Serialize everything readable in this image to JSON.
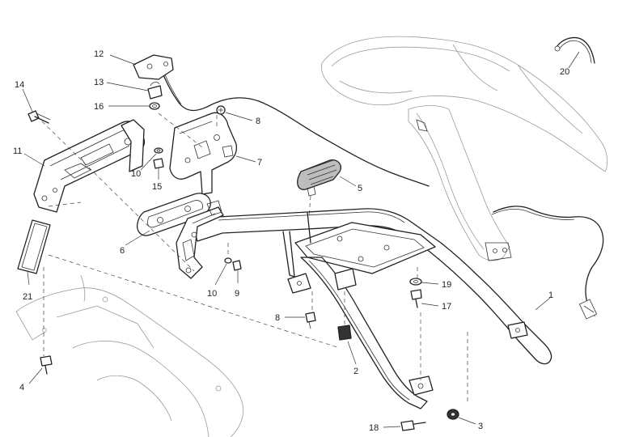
{
  "diagram": {
    "labels": [
      {
        "id": "l1",
        "text": "1"
      },
      {
        "id": "l2",
        "text": "2"
      },
      {
        "id": "l3",
        "text": "3"
      },
      {
        "id": "l4",
        "text": "4"
      },
      {
        "id": "l5",
        "text": "5"
      },
      {
        "id": "l6",
        "text": "6"
      },
      {
        "id": "l7",
        "text": "7"
      },
      {
        "id": "l8a",
        "text": "8"
      },
      {
        "id": "l8b",
        "text": "8"
      },
      {
        "id": "l9",
        "text": "9"
      },
      {
        "id": "l10a",
        "text": "10"
      },
      {
        "id": "l10b",
        "text": "10"
      },
      {
        "id": "l11",
        "text": "11"
      },
      {
        "id": "l12",
        "text": "12"
      },
      {
        "id": "l13",
        "text": "13"
      },
      {
        "id": "l14",
        "text": "14"
      },
      {
        "id": "l15",
        "text": "15"
      },
      {
        "id": "l16",
        "text": "16"
      },
      {
        "id": "l17",
        "text": "17"
      },
      {
        "id": "l18",
        "text": "18"
      },
      {
        "id": "l19",
        "text": "19"
      },
      {
        "id": "l20",
        "text": "20"
      },
      {
        "id": "l21",
        "text": "21"
      }
    ]
  }
}
